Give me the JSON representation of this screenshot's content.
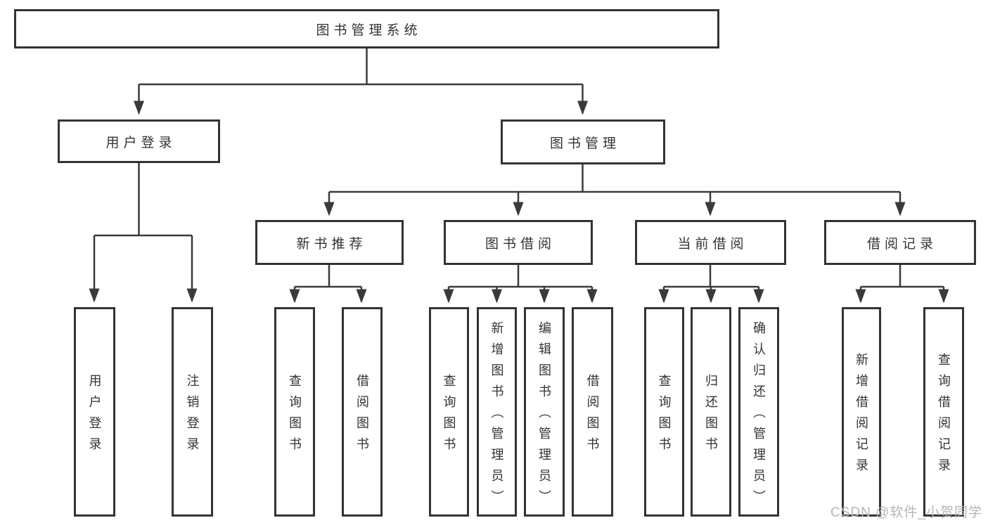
{
  "diagram_title": "图书管理系统",
  "tree": {
    "root": {
      "label": "图书管理系统"
    },
    "branches": [
      {
        "label": "用户登录",
        "children": [
          {
            "label": "用户登录"
          },
          {
            "label": "注销登录"
          }
        ]
      },
      {
        "label": "图书管理",
        "children": [
          {
            "label": "新书推荐",
            "children": [
              {
                "label": "查询图书"
              },
              {
                "label": "借阅图书"
              }
            ]
          },
          {
            "label": "图书借阅",
            "children": [
              {
                "label": "查询图书"
              },
              {
                "label": "新增图书（管理员）"
              },
              {
                "label": "编辑图书（管理员）"
              },
              {
                "label": "借阅图书"
              }
            ]
          },
          {
            "label": "当前借阅",
            "children": [
              {
                "label": "查询图书"
              },
              {
                "label": "归还图书"
              },
              {
                "label": "确认归还（管理员）"
              }
            ]
          },
          {
            "label": "借阅记录",
            "children": [
              {
                "label": "新增借阅记录"
              },
              {
                "label": "查询借阅记录"
              }
            ]
          }
        ]
      }
    ]
  },
  "watermark": {
    "text": "CSDN @软件_小贺同学",
    "color": "#b5b5b5"
  },
  "colors": {
    "line": "#3a3a3a",
    "border": "#333333",
    "text": "#333333",
    "background": "#ffffff"
  }
}
